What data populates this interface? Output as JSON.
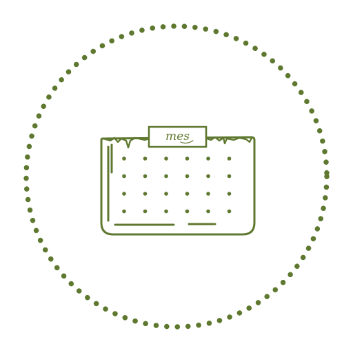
{
  "icon": {
    "name": "calendar-month-icon",
    "label": "mes"
  },
  "colors": {
    "accent": "#5f782f",
    "background": "#ffffff"
  },
  "grid": {
    "rows": 4,
    "cols": 6
  }
}
